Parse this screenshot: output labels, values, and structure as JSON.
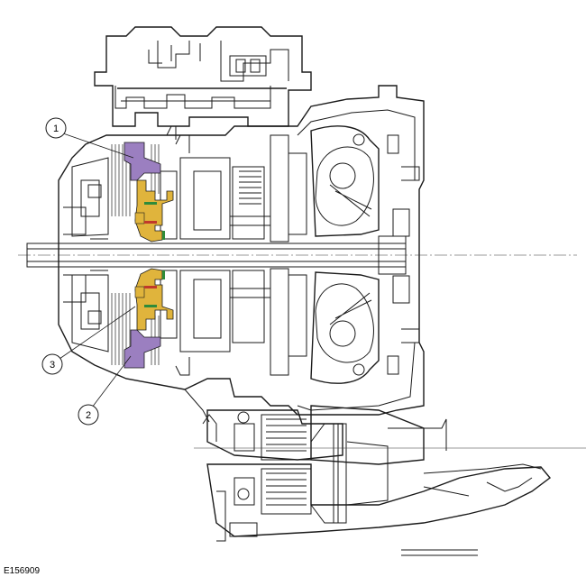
{
  "figure_id": "E156909",
  "callouts": [
    {
      "number": "1"
    },
    {
      "number": "2"
    },
    {
      "number": "3"
    }
  ],
  "colors": {
    "clutch_pack": "#9b7fc0",
    "carrier": "#e0b43c",
    "seal_green": "#2e8b3a",
    "seal_red": "#c0392b",
    "line": "#1a1a1a"
  }
}
